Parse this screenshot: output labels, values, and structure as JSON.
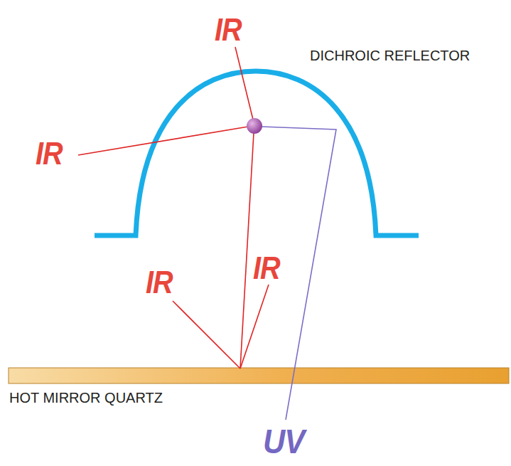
{
  "diagram": {
    "labels": [
      "IR",
      "DICHROIC REFLECTOR",
      "IR",
      "IR",
      "IR",
      "HOT MIRROR QUARTZ",
      "UV"
    ]
  }
}
